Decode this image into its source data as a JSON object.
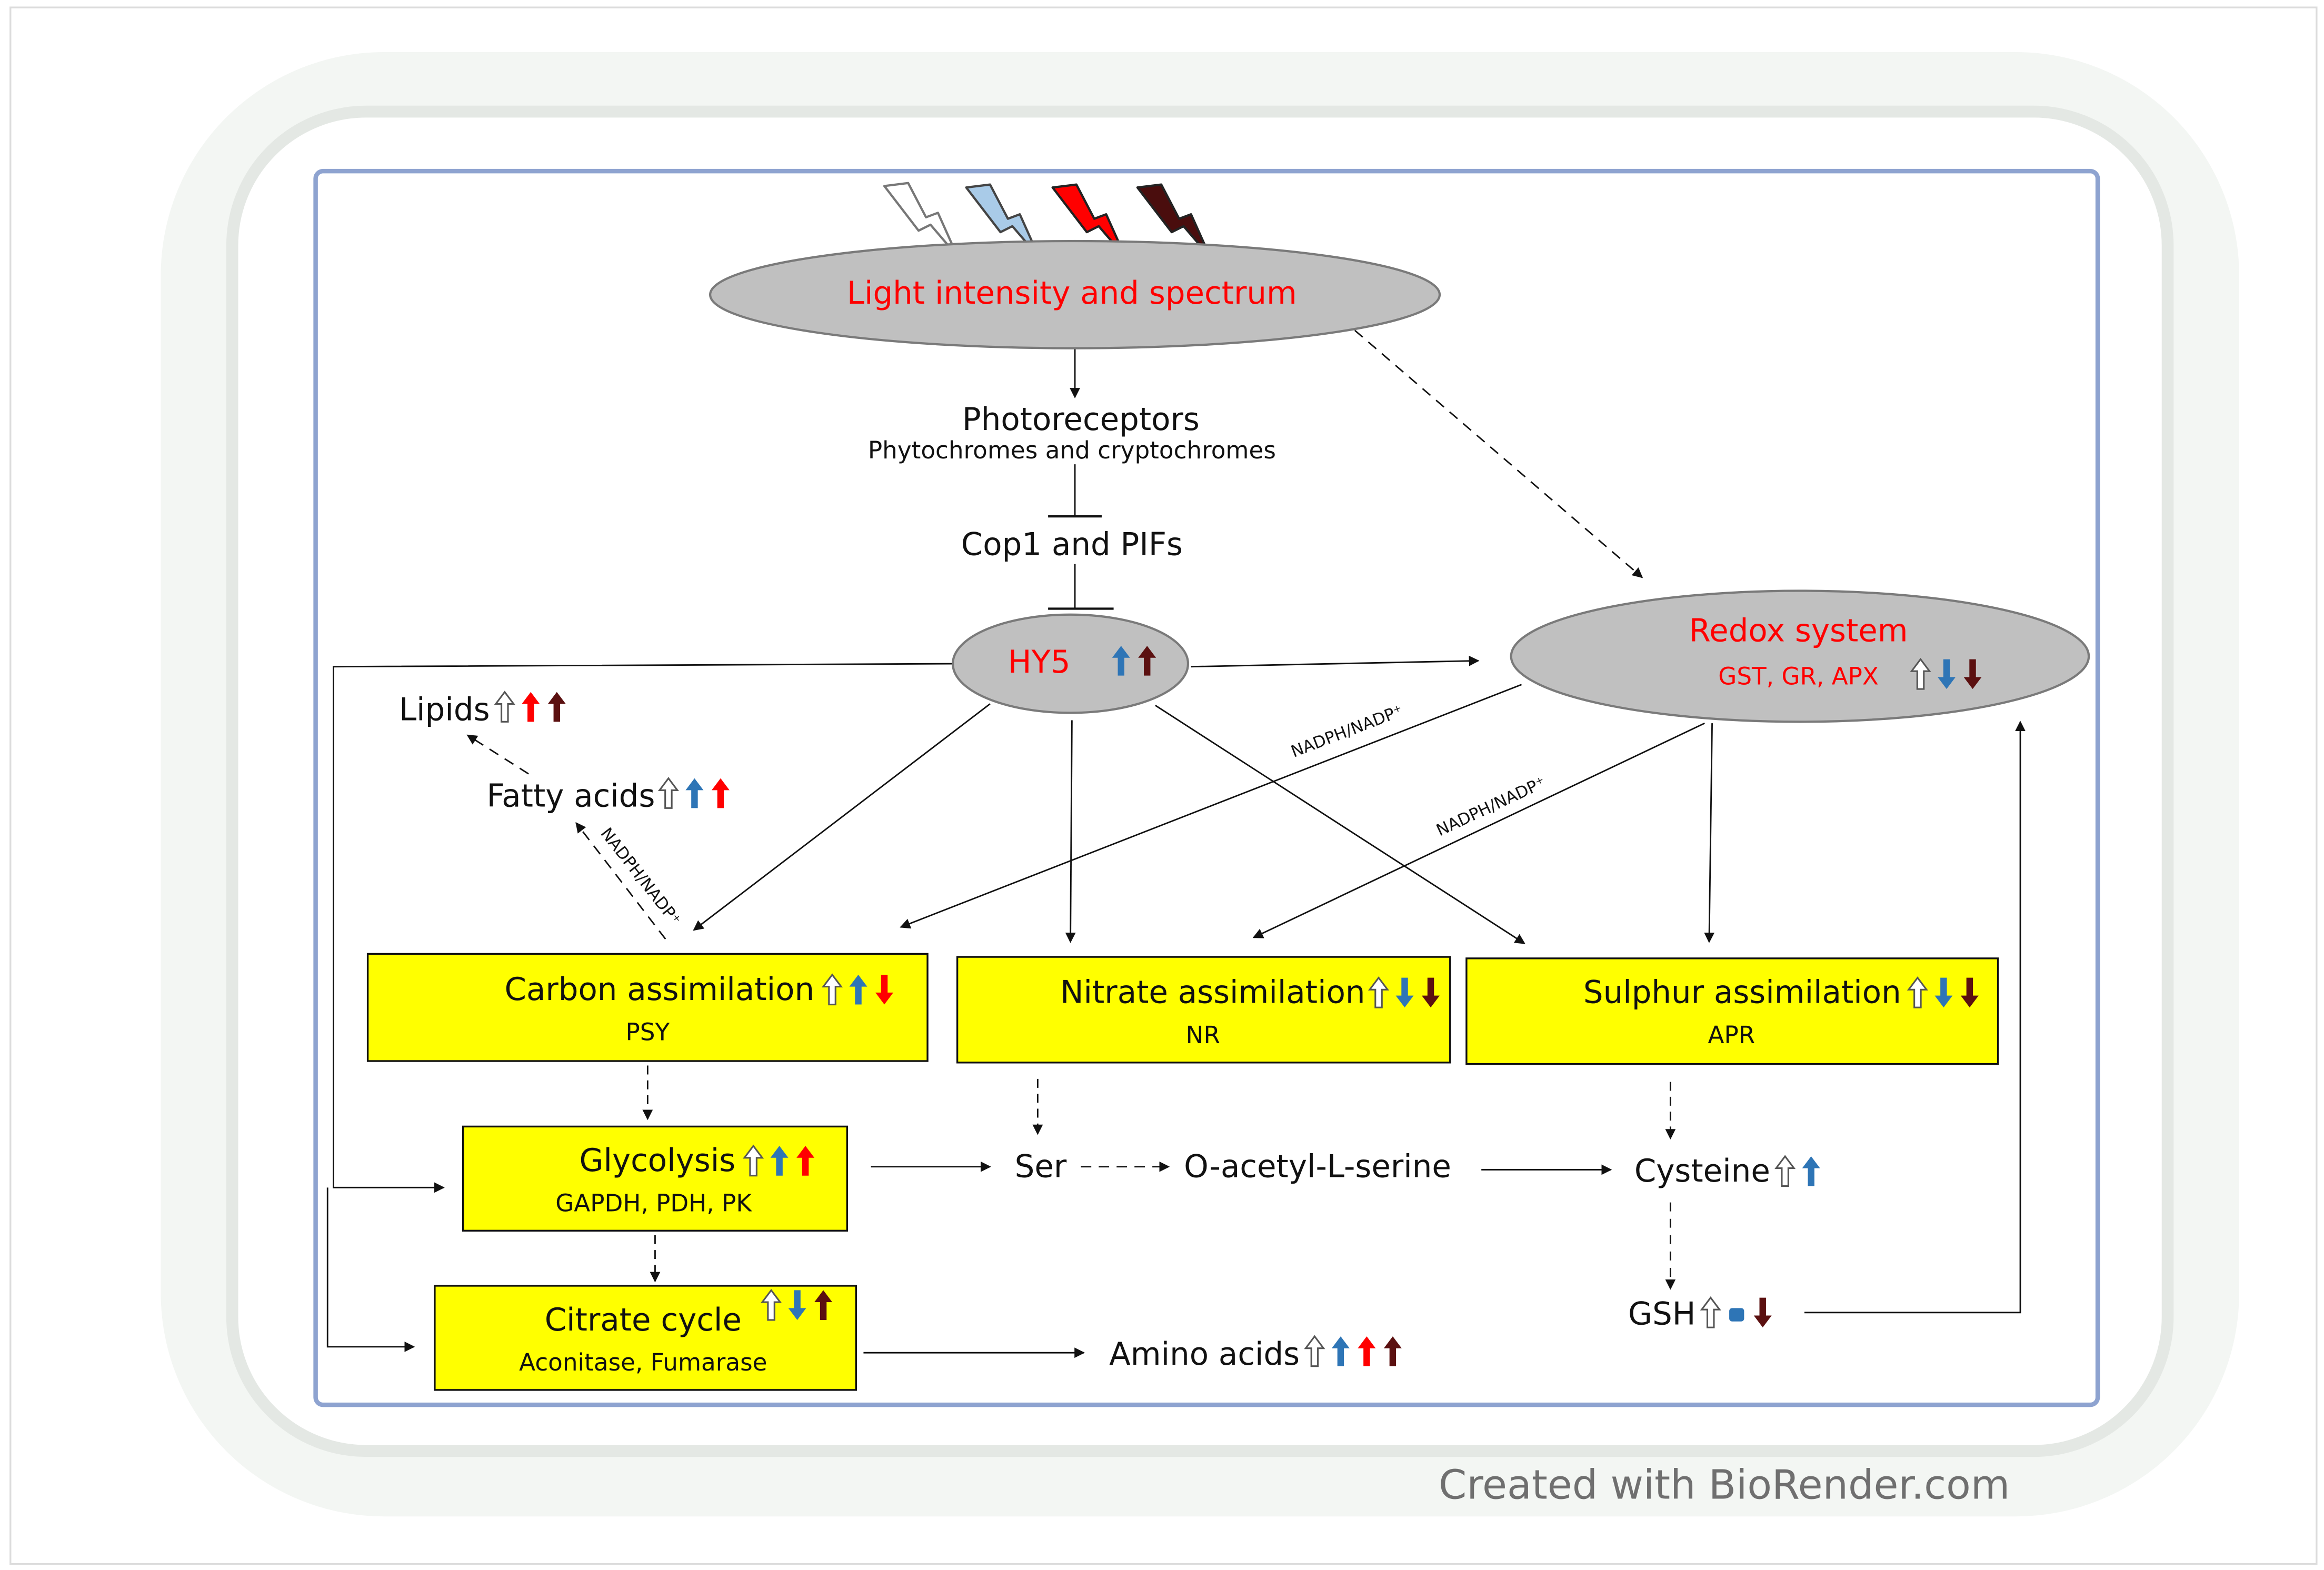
{
  "light_node": {
    "label": "Light intensity and spectrum"
  },
  "photoreceptors": {
    "title": "Photoreceptors",
    "subtitle": "Phytochromes and cryptochromes"
  },
  "cop1": {
    "label": "Cop1 and PIFs"
  },
  "hy5": {
    "label": "HY5"
  },
  "redox": {
    "title": "Redox system",
    "enzymes": "GST, GR, APX"
  },
  "lipids": {
    "label": "Lipids"
  },
  "fatty_acids": {
    "label": "Fatty acids"
  },
  "carbon": {
    "title": "Carbon assimilation",
    "enzymes": "PSY"
  },
  "nitrate": {
    "title": "Nitrate assimilation",
    "enzymes": "NR"
  },
  "sulphur": {
    "title": "Sulphur assimilation",
    "enzymes": "APR"
  },
  "glycolysis": {
    "title": "Glycolysis",
    "enzymes": "GAPDH, PDH, PK"
  },
  "citrate": {
    "title": "Citrate cycle",
    "enzymes": "Aconitase, Fumarase"
  },
  "ser": {
    "label": "Ser"
  },
  "oas": {
    "label": "O-acetyl-L-serine"
  },
  "cysteine": {
    "label": "Cysteine"
  },
  "gsh": {
    "label": "GSH"
  },
  "amino_acids": {
    "label": "Amino acids"
  },
  "cofactor_labels": {
    "hy5_redox": "NADPH/NADP⁺",
    "redox_nitrate": "NADPH/NADP⁺",
    "carbon_fatty": "NADPH/NADP⁺"
  },
  "credit": "Created with BioRender.com",
  "colors": {
    "white_light": "#ffffff",
    "blue_light": "#a9cbe8",
    "red_light": "#ff0000",
    "far_red_light": "#4a0d0d",
    "arrow_white": "#ffffff",
    "arrow_blue": "#2e75b6",
    "arrow_red": "#ff0000",
    "arrow_darkred": "#5b1010",
    "box_fill": "#ffff00",
    "ellipse_fill": "#c0c0c0",
    "label_red": "#ff0000",
    "frame_border": "#8ea3d0"
  }
}
